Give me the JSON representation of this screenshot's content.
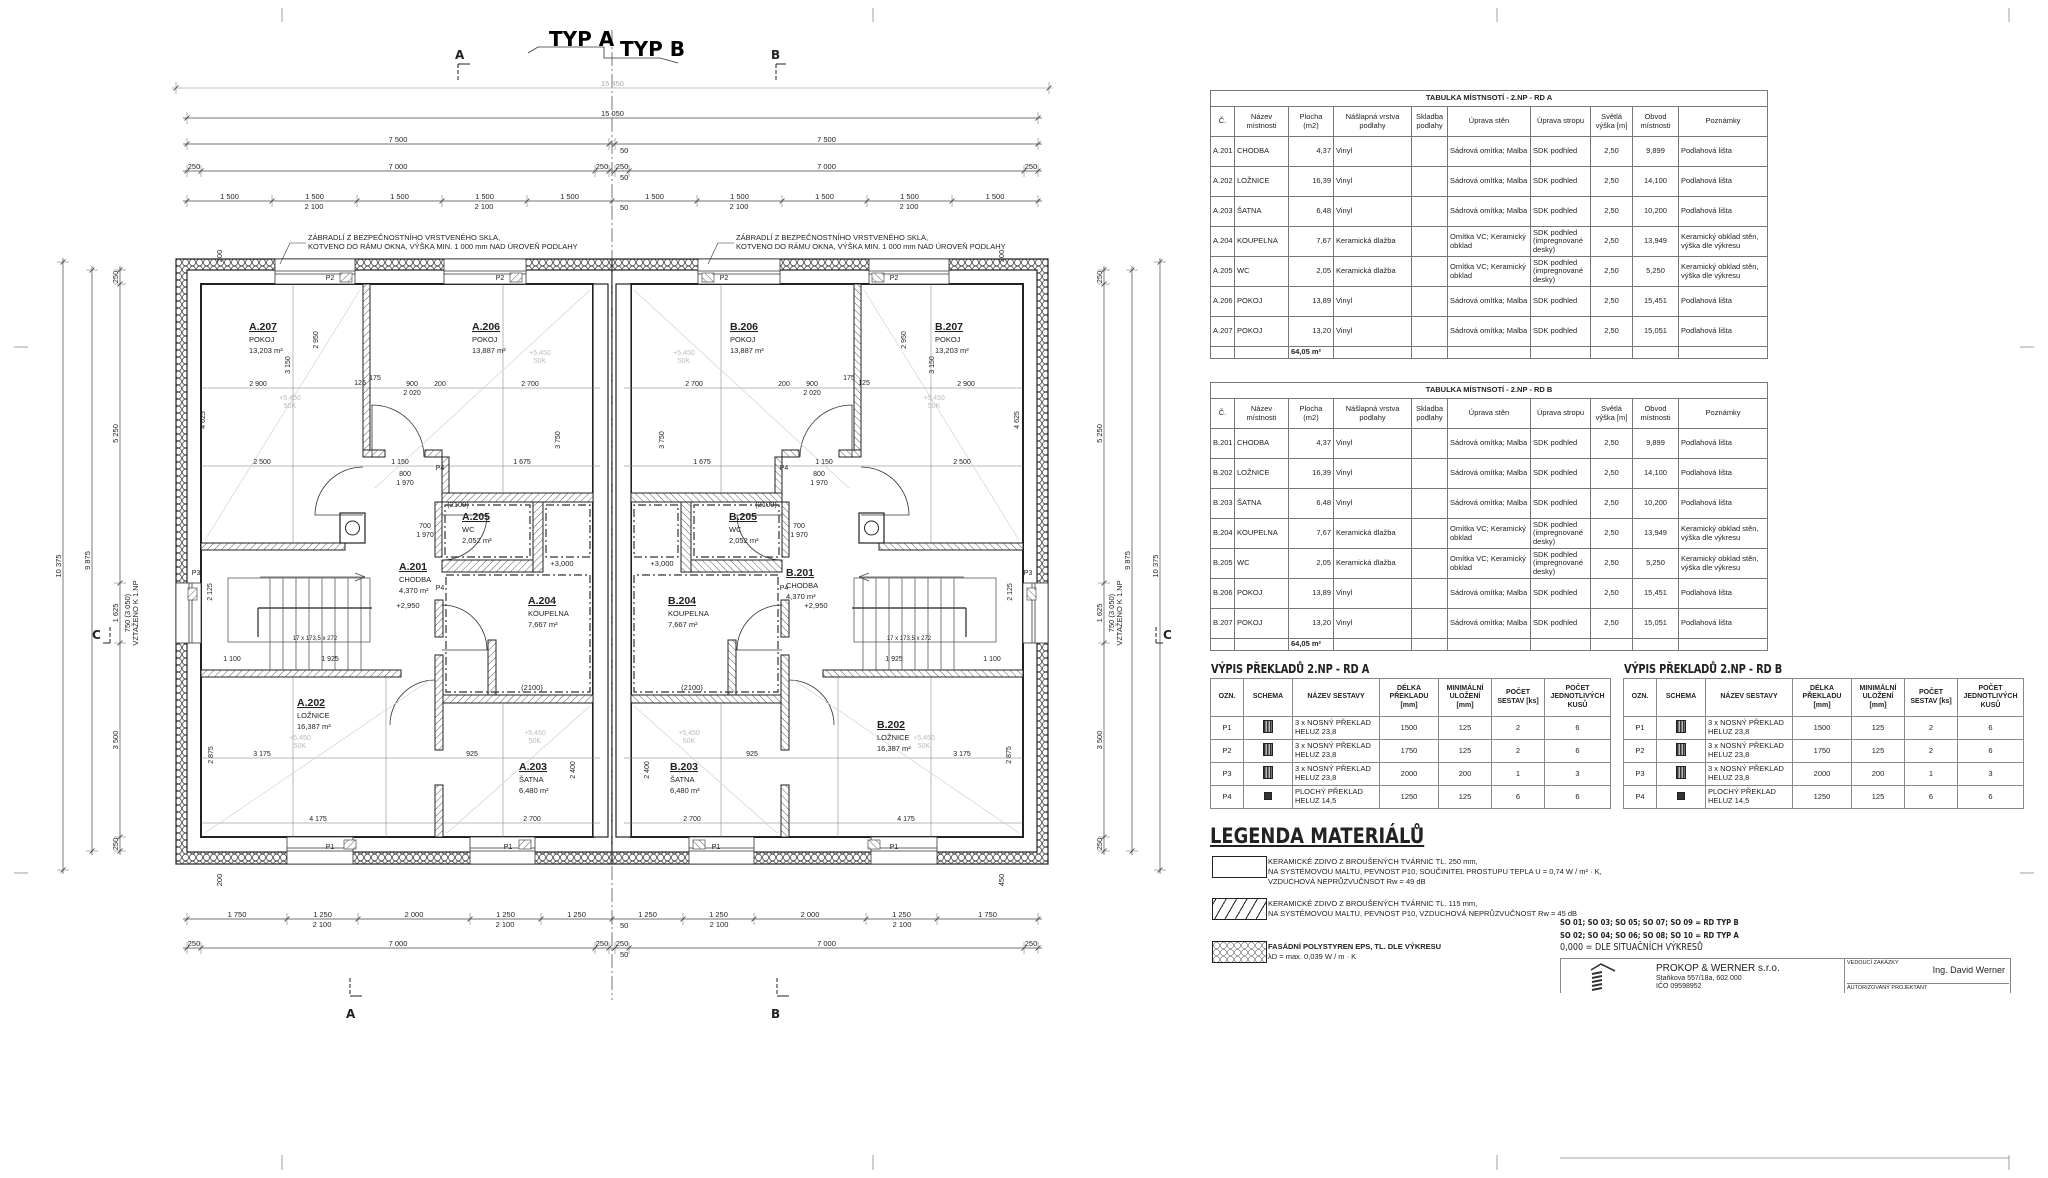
{
  "headings": {
    "typ_a": "TYP A",
    "typ_b": "TYP B",
    "section_a": "A",
    "section_b": "B",
    "section_c": "C"
  },
  "notes": {
    "railing_line1": "ZÁBRADLÍ Z BEZPEČNOSTNÍHO VRSTVENÉHO SKLA,",
    "railing_line2": "KOTVENO DO RÁMU OKNA, VÝŠKA MIN. 1 000 mm NAD ÚROVEŇ PODLAHY"
  },
  "dims": {
    "overall": "15 450",
    "masonry": "15 050",
    "half": "7 500",
    "inner": "7 000",
    "wall": "250",
    "gap": "50",
    "bay": "1 500",
    "window": "2 100",
    "bottom_row": [
      "1 750",
      "1 250",
      "2 000",
      "1 250",
      "1 250"
    ],
    "left_total": "10 375",
    "left_masonry": "9 875",
    "left_parts": [
      "250",
      "5 250",
      "1 625",
      "3 500",
      "250"
    ],
    "stair_note1": "750 (3 050)",
    "stair_note2": "VZTAŽENO K 1.NP",
    "top_wall": "200",
    "bottom_wall": "450"
  },
  "plan_dims": [
    "2 900",
    "3 150",
    "4 625",
    "2 950",
    "2 700",
    "3 750",
    "2 500",
    "1 675",
    "1 150",
    "3 175",
    "2 875",
    "4 175",
    "2 700",
    "2 400",
    "925",
    "1 100",
    "1 925",
    "2 125",
    "900",
    "2 020",
    "800",
    "1 970",
    "700",
    "1 970",
    "125",
    "175",
    "200"
  ],
  "plan_labels": {
    "stair": "17 x 173,5 x 272",
    "level_stair": "+2,950",
    "level_shower": "+3,000",
    "niche": "(2100)",
    "ceiling": "+5,450",
    "ceiling2": "50K",
    "lintel_p1": "P1",
    "lintel_p2": "P2",
    "lintel_p3": "P3",
    "lintel_p4": "P4"
  },
  "rooms": [
    {
      "id": "A.207",
      "name": "POKOJ",
      "area": "13,203 m²"
    },
    {
      "id": "A.206",
      "name": "POKOJ",
      "area": "13,887 m²"
    },
    {
      "id": "A.205",
      "name": "WC",
      "area": "2,052 m²"
    },
    {
      "id": "A.201",
      "name": "CHODBA",
      "area": "4,370 m²"
    },
    {
      "id": "A.204",
      "name": "KOUPELNA",
      "area": "7,667 m²"
    },
    {
      "id": "A.202",
      "name": "LOŽNICE",
      "area": "16,387 m²"
    },
    {
      "id": "A.203",
      "name": "ŠATNA",
      "area": "6,480 m²"
    },
    {
      "id": "B.206",
      "name": "POKOJ",
      "area": "13,887 m²"
    },
    {
      "id": "B.207",
      "name": "POKOJ",
      "area": "13,203 m²"
    },
    {
      "id": "B.205",
      "name": "WC",
      "area": "2,052 m²"
    },
    {
      "id": "B.201",
      "name": "CHODBA",
      "area": "4,370 m²"
    },
    {
      "id": "B.204",
      "name": "KOUPELNA",
      "area": "7,667 m²"
    },
    {
      "id": "B.202",
      "name": "LOŽNICE",
      "area": "16,387 m²"
    },
    {
      "id": "B.203",
      "name": "ŠATNA",
      "area": "6,480 m²"
    }
  ],
  "room_tables": [
    {
      "title": "TABULKA MÍSTNSOTÍ - 2.NP - RD A",
      "headers": [
        "Č.",
        "Název místnosti",
        "Plocha (m2)",
        "Nášlapná vrstva podlahy",
        "Skladba podlahy",
        "Úprava stěn",
        "Úprava stropu",
        "Světlá výška [m]",
        "Obvod místnosti",
        "Poznámky"
      ],
      "rows": [
        [
          "A.201",
          "CHODBA",
          "4,37",
          "Vinyl",
          "",
          "Sádrová omítka; Malba",
          "SDK podhled",
          "2,50",
          "9,899",
          "Podlahová lišta"
        ],
        [
          "A.202",
          "LOŽNICE",
          "16,39",
          "Vinyl",
          "",
          "Sádrová omítka; Malba",
          "SDK podhled",
          "2,50",
          "14,100",
          "Podlahová lišta"
        ],
        [
          "A.203",
          "ŠATNA",
          "6,48",
          "Vinyl",
          "",
          "Sádrová omítka; Malba",
          "SDK podhled",
          "2,50",
          "10,200",
          "Podlahová lišta"
        ],
        [
          "A.204",
          "KOUPELNA",
          "7,67",
          "Keramická dlažba",
          "",
          "Omítka VC; Keramický obklad",
          "SDK podhled (impregnované desky)",
          "2,50",
          "13,949",
          "Keramický obklad stěn, výška dle výkresu"
        ],
        [
          "A.205",
          "WC",
          "2,05",
          "Keramická dlažba",
          "",
          "Omítka VC; Keramický obklad",
          "SDK podhled (impregnované desky)",
          "2,50",
          "5,250",
          "Keramický obklad stěn, výška dle výkresu"
        ],
        [
          "A.206",
          "POKOJ",
          "13,89",
          "Vinyl",
          "",
          "Sádrová omítka; Malba",
          "SDK podhled",
          "2,50",
          "15,451",
          "Podlahová lišta"
        ],
        [
          "A.207",
          "POKOJ",
          "13,20",
          "Vinyl",
          "",
          "Sádrová omítka; Malba",
          "SDK podhled",
          "2,50",
          "15,051",
          "Podlahová lišta"
        ]
      ],
      "total": "64,05 m²"
    },
    {
      "title": "TABULKA MÍSTNSOTÍ - 2.NP - RD B",
      "headers": [
        "Č.",
        "Název místnosti",
        "Plocha (m2)",
        "Nášlapná vrstva podlahy",
        "Skladba podlahy",
        "Úprava stěn",
        "Úprava stropu",
        "Světlá výška [m]",
        "Obvod místnosti",
        "Poznámky"
      ],
      "rows": [
        [
          "B.201",
          "CHODBA",
          "4,37",
          "Vinyl",
          "",
          "Sádrová omítka; Malba",
          "SDK podhled",
          "2,50",
          "9,899",
          "Podlahová lišta"
        ],
        [
          "B.202",
          "LOŽNICE",
          "16,39",
          "Vinyl",
          "",
          "Sádrová omítka; Malba",
          "SDK podhled",
          "2,50",
          "14,100",
          "Podlahová lišta"
        ],
        [
          "B.203",
          "ŠATNA",
          "6,48",
          "Vinyl",
          "",
          "Sádrová omítka; Malba",
          "SDK podhled",
          "2,50",
          "10,200",
          "Podlahová lišta"
        ],
        [
          "B.204",
          "KOUPELNA",
          "7,67",
          "Keramická dlažba",
          "",
          "Omítka VC; Keramický obklad",
          "SDK podhled (impregnované desky)",
          "2,50",
          "13,949",
          "Keramický obklad stěn, výška dle výkresu"
        ],
        [
          "B.205",
          "WC",
          "2,05",
          "Keramická dlažba",
          "",
          "Omítka VC; Keramický obklad",
          "SDK podhled (impregnované desky)",
          "2,50",
          "5,250",
          "Keramický obklad stěn, výška dle výkresu"
        ],
        [
          "B.206",
          "POKOJ",
          "13,89",
          "Vinyl",
          "",
          "Sádrová omítka; Malba",
          "SDK podhled",
          "2,50",
          "15,451",
          "Podlahová lišta"
        ],
        [
          "B.207",
          "POKOJ",
          "13,20",
          "Vinyl",
          "",
          "Sádrová omítka; Malba",
          "SDK podhled",
          "2,50",
          "15,051",
          "Podlahová lišta"
        ]
      ],
      "total": "64,05 m²"
    }
  ],
  "lintel_tables": [
    {
      "title": "VÝPIS PŘEKLADŮ 2.NP - RD A",
      "headers": [
        "OZN.",
        "SCHEMA",
        "NÁZEV SESTAVY",
        "DÉLKA PŘEKLADU [mm]",
        "MINIMÁLNÍ ULOŽENÍ [mm]",
        "POČET SESTAV [ks]",
        "POČET JEDNOTLIVÝCH KUSŮ"
      ],
      "rows": [
        {
          "mark": "P1",
          "schema": "triple",
          "name": "3 x NOSNÝ PŘEKLAD HELUZ 23,8",
          "length": "1500",
          "bearing": "125",
          "sets": "2",
          "pieces": "6"
        },
        {
          "mark": "P2",
          "schema": "triple",
          "name": "3 x NOSNÝ PŘEKLAD HELUZ 23,8",
          "length": "1750",
          "bearing": "125",
          "sets": "2",
          "pieces": "6"
        },
        {
          "mark": "P3",
          "schema": "triple",
          "name": "3 x NOSNÝ PŘEKLAD HELUZ 23,8",
          "length": "2000",
          "bearing": "200",
          "sets": "1",
          "pieces": "3"
        },
        {
          "mark": "P4",
          "schema": "flat",
          "name": "PLOCHÝ PŘEKLAD HELUZ 14,5",
          "length": "1250",
          "bearing": "125",
          "sets": "6",
          "pieces": "6"
        }
      ]
    },
    {
      "title": "VÝPIS PŘEKLADŮ 2.NP - RD B",
      "headers": [
        "OZN.",
        "SCHEMA",
        "NÁZEV SESTAVY",
        "DÉLKA PŘEKLADU [mm]",
        "MINIMÁLNÍ ULOŽENÍ [mm]",
        "POČET SESTAV [ks]",
        "POČET JEDNOTLIVÝCH KUSŮ"
      ],
      "rows": [
        {
          "mark": "P1",
          "schema": "triple",
          "name": "3 x NOSNÝ PŘEKLAD HELUZ 23,8",
          "length": "1500",
          "bearing": "125",
          "sets": "2",
          "pieces": "6"
        },
        {
          "mark": "P2",
          "schema": "triple",
          "name": "3 x NOSNÝ PŘEKLAD HELUZ 23,8",
          "length": "1750",
          "bearing": "125",
          "sets": "2",
          "pieces": "6"
        },
        {
          "mark": "P3",
          "schema": "triple",
          "name": "3 x NOSNÝ PŘEKLAD HELUZ 23,8",
          "length": "2000",
          "bearing": "200",
          "sets": "1",
          "pieces": "3"
        },
        {
          "mark": "P4",
          "schema": "flat",
          "name": "PLOCHÝ PŘEKLAD HELUZ 14,5",
          "length": "1250",
          "bearing": "125",
          "sets": "6",
          "pieces": "6"
        }
      ]
    }
  ],
  "legend": {
    "title": "LEGENDA MATERIÁLŮ",
    "items": [
      {
        "lines": [
          "KERAMICKÉ ZDIVO Z BROUŠENÝCH TVÁRNIC TL. 250 mm,",
          "NA SYSTÉMOVOU MALTU, PEVNOST P10, SOUČINITEL PROSTUPU TEPLA U = 0,74 W / m² · K,",
          "VZDUCHOVÁ NEPRŮZVUČNSOT Rw = 49 dB"
        ]
      },
      {
        "lines": [
          "KERAMICKÉ ZDIVO Z BROUŠENÝCH TVÁRNIC TL. 115 mm,",
          "NA SYSTÉMOVOU MALTU, PEVNOST P10, VZDUCHOVÁ NEPRŮZVUČNOST Rw = 45 dB"
        ]
      },
      {
        "lines": [
          "FASÁDNÍ POLYSTYREN EPS, TL. DLE VÝKRESU",
          "λD = max. 0,039 W / m · K"
        ]
      }
    ]
  },
  "site_notes": [
    "SO 01; SO 03; SO 05; SO 07; SO 09 = RD TYP B",
    "SO 02; SO 04; SO 06; SO 08; SO 10 = RD TYP A",
    "0,000 = DLE SITUAČNÍCH VÝKRESŮ"
  ],
  "title_block": {
    "company": "PROKOP & WERNER s.r.o.",
    "address": "Staňkova 557/18a, 602 000",
    "ico": "IČO 09598952",
    "lead_label": "VEDOUCÍ ZAKÁZKY",
    "lead_name": "Ing. David Werner",
    "authorized_label": "AUTORIZOVANÝ PROJEKTANT"
  }
}
